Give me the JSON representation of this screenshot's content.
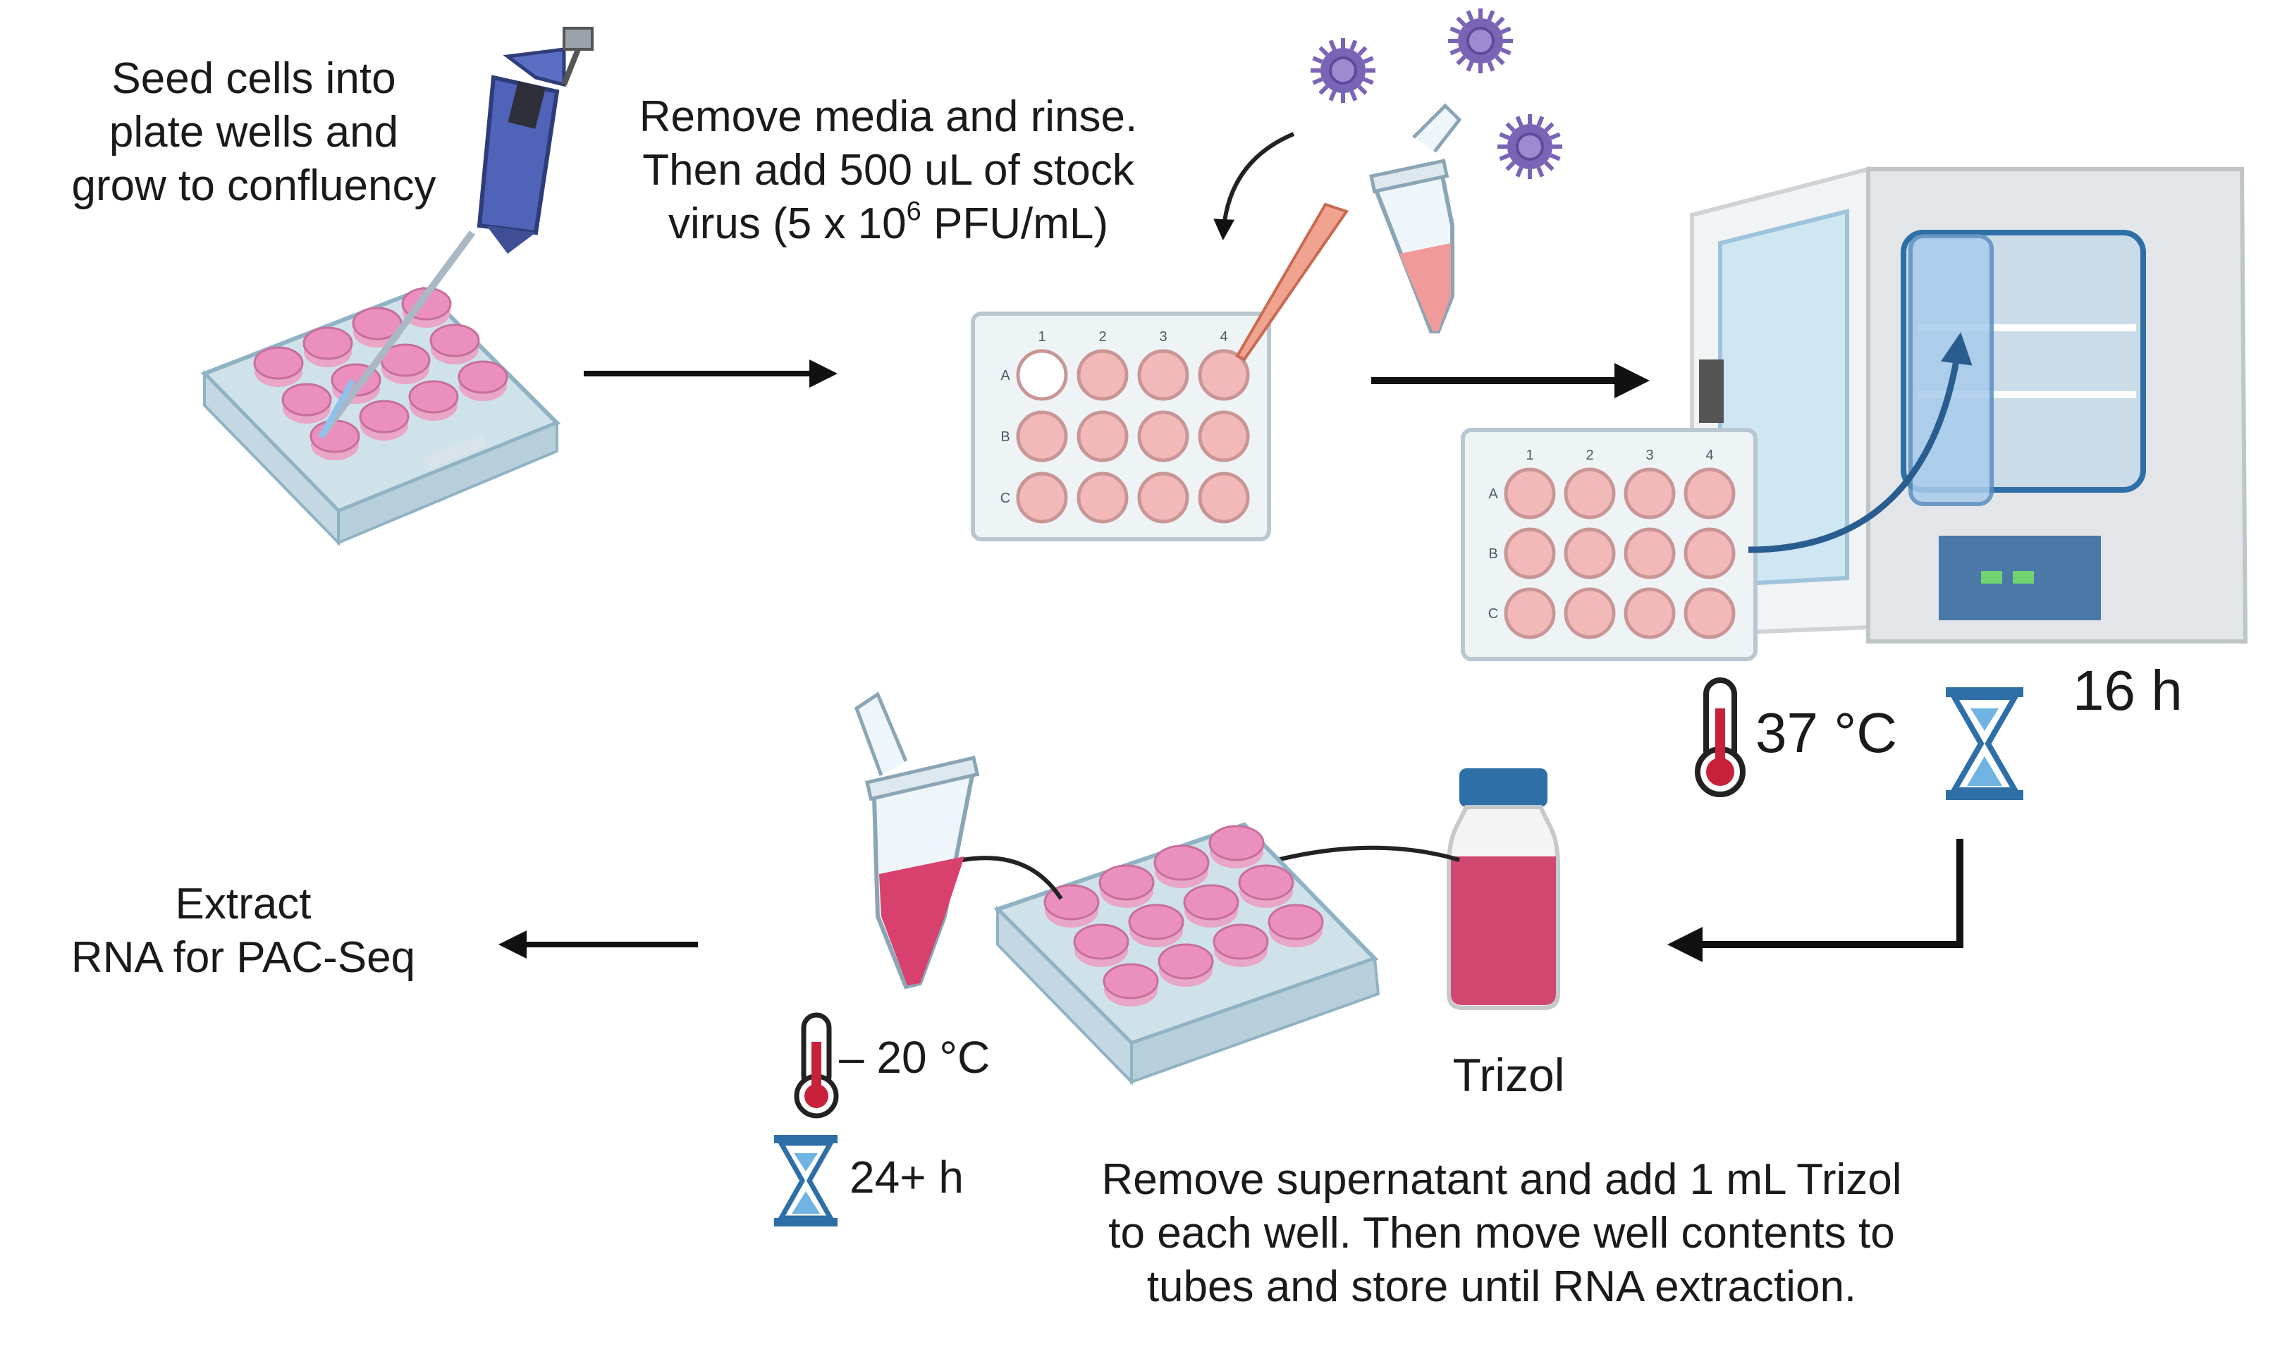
{
  "steps": {
    "seed": {
      "lines": [
        "Seed cells into",
        "plate wells and",
        "grow to confluency"
      ]
    },
    "infect": {
      "line1": "Remove media and rinse.",
      "line2": "Then add 500 uL of stock",
      "line3_pre": "virus (5 x 10",
      "line3_sup": "6",
      "line3_post": " PFU/mL)"
    },
    "incubate": {
      "temperature": "37 °C",
      "duration": "16 h"
    },
    "trizol": {
      "reagent_label": "Trizol",
      "lines": [
        "Remove supernatant and add 1 mL Trizol",
        "to each well. Then move well contents to",
        "tubes and store until RNA extraction."
      ]
    },
    "store": {
      "temperature": "– 20 °C",
      "duration": "24+ h"
    },
    "extract": {
      "lines": [
        "Extract",
        "RNA for PAC-Seq"
      ]
    }
  },
  "plate_labels": {
    "columns": [
      "1",
      "2",
      "3",
      "4"
    ],
    "rows": [
      "A",
      "B",
      "C"
    ]
  },
  "colors": {
    "arrow": "#111111",
    "incubator_arrow": "#2a5d8f",
    "well_pink": "#f3b9b9",
    "well_media": "#eb8fbf",
    "virus": "#7a64b5",
    "pipette": "#4f63b8",
    "tube_liquid": "#d8406d",
    "trizol_liquid": "#d0476f",
    "bottle_cap": "#2e6fa8",
    "thermometer": "#c8213a",
    "hourglass": "#2e6fa8"
  }
}
